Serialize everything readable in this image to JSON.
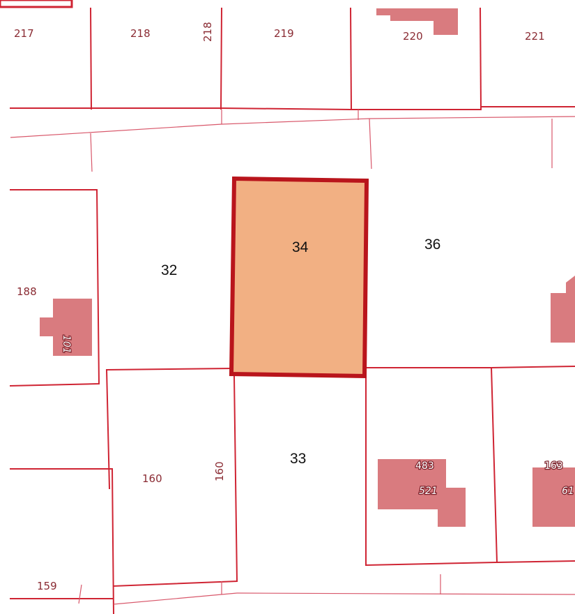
{
  "map": {
    "colors": {
      "boundary": "#cf2433",
      "building": "#d97b7f",
      "selected_fill": "#f2b083",
      "selected_border": "#b9151c",
      "label_text": "#8a2b33",
      "plot_label_text": "#111111"
    },
    "parcels_top": [
      "217",
      "218",
      "218",
      "219",
      "220",
      "221"
    ],
    "parcels_left": [
      "188"
    ],
    "parcels_bottom": [
      "160",
      "160",
      "159"
    ],
    "building_numbers": {
      "left_building": "101",
      "middle_building_top": "483",
      "middle_building_bottom": "521",
      "right_building_top": "163",
      "right_building_bottom": "61"
    },
    "plots": {
      "plot_32": "32",
      "plot_33": "33",
      "plot_34_selected": "34",
      "plot_36": "36"
    }
  }
}
